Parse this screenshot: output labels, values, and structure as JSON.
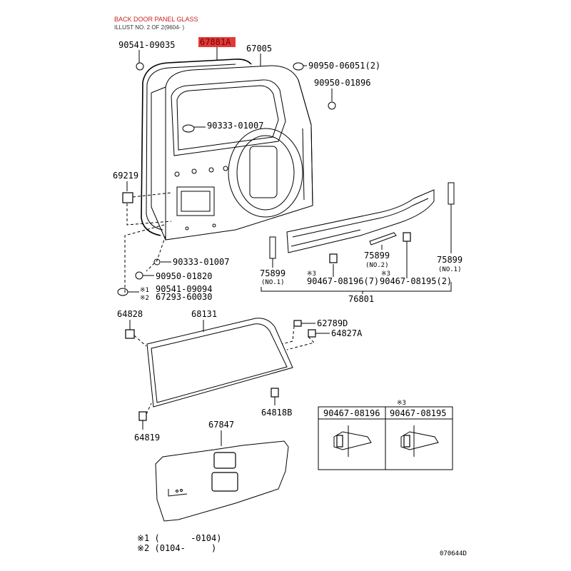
{
  "header": {
    "title": "BACK DOOR PANEL GLASS",
    "subtitle": "ILLUST NO. 2 OF 2(9604- )"
  },
  "colors": {
    "highlight": "#e03a3a",
    "title": "#cc1f1f"
  },
  "parts": {
    "p67881A": "67881A",
    "p90541_09035": "90541-09035",
    "p67005": "67005",
    "p90950_06051": "90950-06051(2)",
    "p90950_01896": "90950-01896",
    "p90333_01007a": "90333-01007",
    "p69219": "69219",
    "p90333_01007b": "90333-01007",
    "p90950_01820": "90950-01820",
    "p90541_09094": "90541-09094",
    "p67293_60030": "67293-60030",
    "p75899_left": "75899",
    "p75899_left_note": "(NO.1)",
    "p75899_mid": "75899",
    "p75899_mid_note": "(NO.2)",
    "p75899_right": "75899",
    "p75899_right_note": "(NO.1)",
    "p90467_08196": "90467-08196(7)",
    "p90467_08195": "90467-08195(2)",
    "p76801": "76801",
    "p64828": "64828",
    "p68131": "68131",
    "p62789D": "62789D",
    "p64827A": "64827A",
    "p64818B": "64818B",
    "p64819": "64819",
    "p67847": "67847"
  },
  "marks": {
    "m1": "※1",
    "m2": "※2",
    "m3a": "※3",
    "m3b": "※3",
    "m3c": "※3"
  },
  "inset": {
    "mark": "※3",
    "col1": "90467-08196",
    "col2": "90467-08195"
  },
  "footnotes": {
    "f1": "※1 (      -0104)",
    "f2": "※2 (0104-     )"
  },
  "code": "070644D"
}
